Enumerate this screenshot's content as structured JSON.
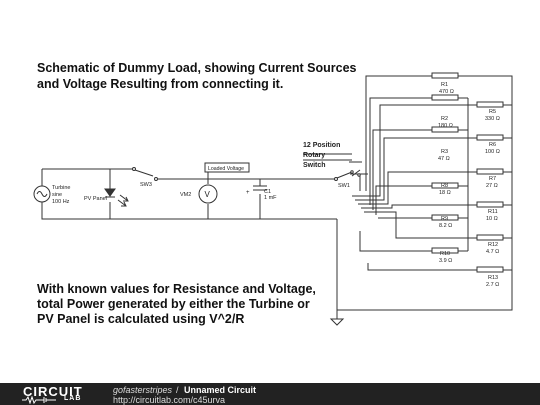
{
  "heading": {
    "line1": "Schematic of Dummy Load, showing Current Sources",
    "line2": "and Voltage Resulting from connecting it."
  },
  "note": {
    "line1": "With known values for Resistance and Voltage,",
    "line2": "total Power generated by either the Turbine or",
    "line3": "PV Panel is calculated using V^2/R"
  },
  "components": {
    "turbine": {
      "label": "Turbine",
      "sub1": "sine",
      "sub2": "100 Hz"
    },
    "pv_panel": {
      "label": "PV Panel"
    },
    "sw3": {
      "label": "SW3"
    },
    "vm2": {
      "label": "VM2"
    },
    "loaded_voltage": {
      "label": "Loaded Voltage"
    },
    "c1": {
      "label": "C1",
      "value": "1 mF"
    },
    "switch_label": {
      "line1": "12 Position",
      "line2": "Rotary",
      "line3": "Switch"
    },
    "sw1": {
      "label": "SW1"
    }
  },
  "resistors": {
    "r1": {
      "label": "R1",
      "value": "470 Ω"
    },
    "r2": {
      "label": "R2",
      "value": "180 Ω"
    },
    "r3": {
      "label": "R3",
      "value": "47 Ω"
    },
    "r8": {
      "label": "R8",
      "value": "18 Ω"
    },
    "r9": {
      "label": "R9",
      "value": "8.2 Ω"
    },
    "r10": {
      "label": "R10",
      "value": "3.9 Ω"
    },
    "r5": {
      "label": "R5",
      "value": "330 Ω"
    },
    "r6": {
      "label": "R6",
      "value": "100 Ω"
    },
    "r7": {
      "label": "R7",
      "value": "27 Ω"
    },
    "r11": {
      "label": "R11",
      "value": "10 Ω"
    },
    "r12": {
      "label": "R12",
      "value": "4.7 Ω"
    },
    "r13": {
      "label": "R13",
      "value": "2.7 Ω"
    }
  },
  "footer": {
    "logo_word": "CIRCUIT",
    "logo_sub": "LAB",
    "user": "gofasterstripes",
    "separator": "/",
    "circuit_name": "Unnamed Circuit",
    "url": "http://circuitlab.com/c45urva"
  }
}
